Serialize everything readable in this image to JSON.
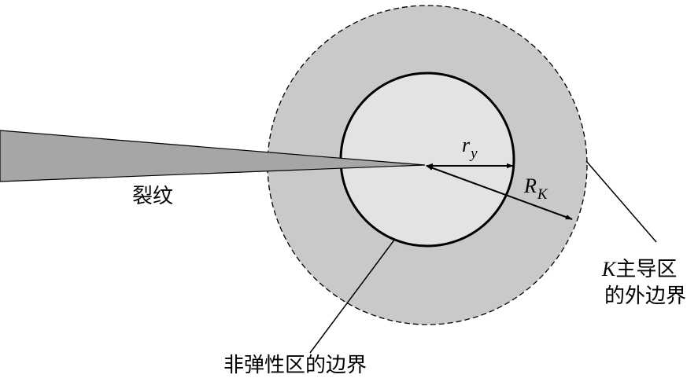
{
  "labels": {
    "crack": "裂纹",
    "plastic_boundary": "非弹性区的边界",
    "k_zone_line1_sym": "K",
    "k_zone_line1_text": "主导区",
    "k_zone_line2": "的外边界",
    "r_y_main": "r",
    "r_y_sub": "y",
    "R_K_main": "R",
    "R_K_sub": "K"
  },
  "colors": {
    "k_zone_fill": "#c9c9c9",
    "plastic_zone_fill": "#e3e3e3",
    "crack_fill": "#a6a6a6",
    "line": "#000000"
  }
}
